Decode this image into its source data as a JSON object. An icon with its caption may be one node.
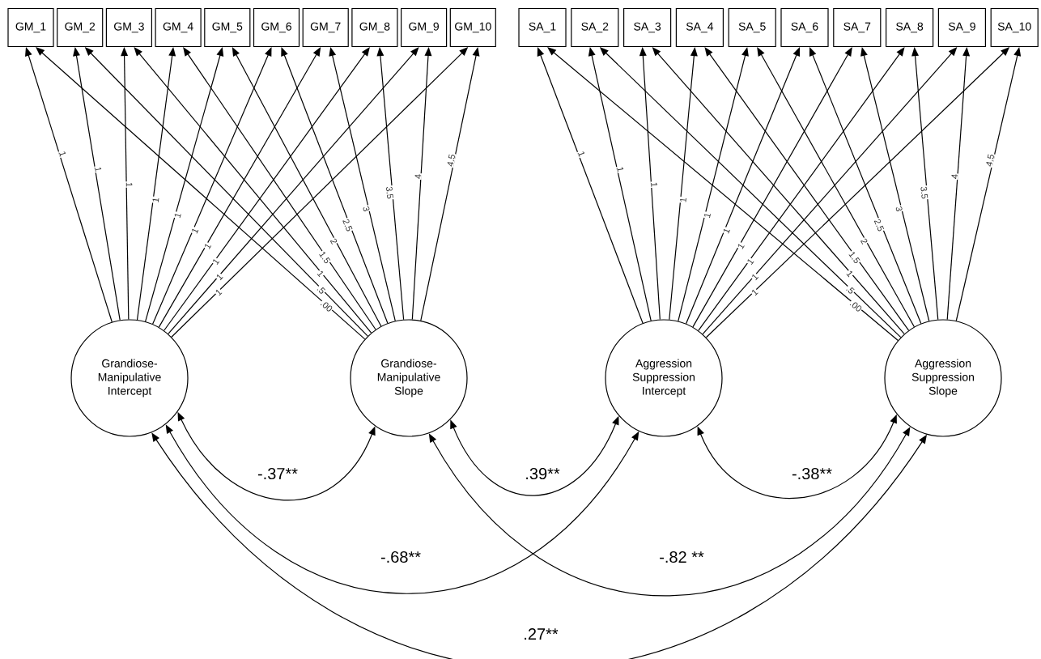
{
  "diagram": {
    "nodes": [
      {
        "text": [
          "GM_1"
        ]
      },
      {
        "text": [
          "GM_2"
        ]
      },
      {
        "text": [
          "GM_3"
        ]
      },
      {
        "text": [
          "GM_4"
        ]
      },
      {
        "text": [
          "GM_5"
        ]
      },
      {
        "text": [
          "GM_6"
        ]
      },
      {
        "text": [
          "GM_7"
        ]
      },
      {
        "text": [
          "GM_8"
        ]
      },
      {
        "text": [
          "GM_9"
        ]
      },
      {
        "text": [
          "GM_10"
        ]
      },
      {
        "text": [
          "SA_1"
        ]
      },
      {
        "text": [
          "SA_2"
        ]
      },
      {
        "text": [
          "SA_3"
        ]
      },
      {
        "text": [
          "SA_4"
        ]
      },
      {
        "text": [
          "SA_5"
        ]
      },
      {
        "text": [
          "SA_6"
        ]
      },
      {
        "text": [
          "SA_7"
        ]
      },
      {
        "text": [
          "SA_8"
        ]
      },
      {
        "text": [
          "SA_9"
        ]
      },
      {
        "text": [
          "SA_10"
        ]
      },
      {
        "text": [
          "Grandiose-Manipulative Intercept"
        ]
      },
      {
        "text": [
          "Grandiose-Manipulative Slope"
        ]
      },
      {
        "text": [
          "Aggression Suppression Intercept"
        ]
      },
      {
        "text": [
          "Aggression Suppression Slope"
        ]
      }
    ],
    "edges": [
      {
        "from": 20,
        "to": 0,
        "arrow": "to",
        "label": "1"
      },
      {
        "from": 20,
        "to": 1,
        "arrow": "to",
        "label": "1"
      },
      {
        "from": 20,
        "to": 2,
        "arrow": "to",
        "label": "1"
      },
      {
        "from": 20,
        "to": 3,
        "arrow": "to",
        "label": "1"
      },
      {
        "from": 20,
        "to": 4,
        "arrow": "to",
        "label": "1"
      },
      {
        "from": 20,
        "to": 5,
        "arrow": "to",
        "label": "1"
      },
      {
        "from": 20,
        "to": 6,
        "arrow": "to",
        "label": "1"
      },
      {
        "from": 20,
        "to": 7,
        "arrow": "to",
        "label": "1"
      },
      {
        "from": 20,
        "to": 8,
        "arrow": "to",
        "label": "1"
      },
      {
        "from": 20,
        "to": 9,
        "arrow": "to",
        "label": "1"
      },
      {
        "from": 21,
        "to": 0,
        "arrow": "to",
        "label": ".00"
      },
      {
        "from": 21,
        "to": 1,
        "arrow": "to",
        "label": ".5"
      },
      {
        "from": 21,
        "to": 2,
        "arrow": "to",
        "label": "1"
      },
      {
        "from": 21,
        "to": 3,
        "arrow": "to",
        "label": "1.5"
      },
      {
        "from": 21,
        "to": 4,
        "arrow": "to",
        "label": "2"
      },
      {
        "from": 21,
        "to": 5,
        "arrow": "to",
        "label": "2.5"
      },
      {
        "from": 21,
        "to": 6,
        "arrow": "to",
        "label": "3"
      },
      {
        "from": 21,
        "to": 7,
        "arrow": "to",
        "label": "3.5"
      },
      {
        "from": 21,
        "to": 8,
        "arrow": "to",
        "label": "4"
      },
      {
        "from": 21,
        "to": 9,
        "arrow": "to",
        "label": "4.5"
      },
      {
        "from": 22,
        "to": 10,
        "arrow": "to",
        "label": "1"
      },
      {
        "from": 22,
        "to": 11,
        "arrow": "to",
        "label": "1"
      },
      {
        "from": 22,
        "to": 12,
        "arrow": "to",
        "label": "1"
      },
      {
        "from": 22,
        "to": 13,
        "arrow": "to",
        "label": "1"
      },
      {
        "from": 22,
        "to": 14,
        "arrow": "to",
        "label": "1"
      },
      {
        "from": 22,
        "to": 15,
        "arrow": "to",
        "label": "1"
      },
      {
        "from": 22,
        "to": 16,
        "arrow": "to",
        "label": "1"
      },
      {
        "from": 22,
        "to": 17,
        "arrow": "to",
        "label": "1"
      },
      {
        "from": 22,
        "to": 18,
        "arrow": "to",
        "label": "1"
      },
      {
        "from": 22,
        "to": 19,
        "arrow": "to",
        "label": "1"
      },
      {
        "from": 23,
        "to": 10,
        "arrow": "to",
        "label": ".00"
      },
      {
        "from": 23,
        "to": 11,
        "arrow": "to",
        "label": ".5"
      },
      {
        "from": 23,
        "to": 12,
        "arrow": "to",
        "label": "1"
      },
      {
        "from": 23,
        "to": 13,
        "arrow": "to",
        "label": "1.5"
      },
      {
        "from": 23,
        "to": 14,
        "arrow": "to",
        "label": "2"
      },
      {
        "from": 23,
        "to": 15,
        "arrow": "to",
        "label": "2.5"
      },
      {
        "from": 23,
        "to": 16,
        "arrow": "to",
        "label": "3"
      },
      {
        "from": 23,
        "to": 17,
        "arrow": "to",
        "label": "3.5"
      },
      {
        "from": 23,
        "to": 18,
        "arrow": "to",
        "label": "4"
      },
      {
        "from": 23,
        "to": 19,
        "arrow": "to",
        "label": "4.5"
      },
      {
        "from": 20,
        "to": 21,
        "arrow": "both",
        "label": "-.37**"
      },
      {
        "from": 21,
        "to": 22,
        "arrow": "both",
        "label": ".39**"
      },
      {
        "from": 22,
        "to": 23,
        "arrow": "both",
        "label": "-.38**"
      },
      {
        "from": 20,
        "to": 22,
        "arrow": "both",
        "label": "-.68**"
      },
      {
        "from": 21,
        "to": 23,
        "arrow": "both",
        "label": "-.82 **"
      },
      {
        "from": 20,
        "to": 23,
        "arrow": "both",
        "label": ".27**"
      }
    ]
  }
}
